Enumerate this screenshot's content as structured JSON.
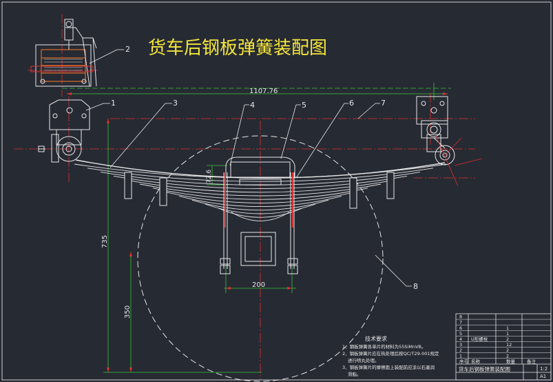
{
  "drawing": {
    "title": "货车后钢板弹簧装配图",
    "dimensions": {
      "overall_length": "1107.76",
      "total_height": "735",
      "lower_height": "350",
      "clamp_height": "72.6",
      "clamp_width": "200"
    },
    "callouts": [
      "1",
      "2",
      "3",
      "4",
      "5",
      "6",
      "7",
      "8"
    ],
    "notes": {
      "heading": "技术要求",
      "items": [
        "1、钢板弹簧各单片的材料为55SiMnVB。",
        "2、钢板弹簧片应在热处理后按QC/T29-001规定",
        "进行喷丸处理。",
        "3、钢板弹簧片的摩擦面上装配前应涂以石墨润",
        "滑脂。"
      ]
    },
    "title_block": {
      "parts_rows": [
        {
          "no": "8",
          "name": "",
          "qty": ""
        },
        {
          "no": "7",
          "name": "",
          "qty": ""
        },
        {
          "no": "6",
          "name": "",
          "qty": "1"
        },
        {
          "no": "5",
          "name": "",
          "qty": "1"
        },
        {
          "no": "4",
          "name": "U形螺栓",
          "qty": "2"
        },
        {
          "no": "3",
          "name": "",
          "qty": "12"
        },
        {
          "no": "2",
          "name": "",
          "qty": "2"
        },
        {
          "no": "1",
          "name": "",
          "qty": "2"
        }
      ],
      "header": {
        "no": "序号",
        "name": "名称",
        "qty": "数量",
        "remark": "备注"
      },
      "drawing_name": "货车后钢板弹簧装配图",
      "scale": "1:2",
      "sheet": "A1"
    }
  }
}
